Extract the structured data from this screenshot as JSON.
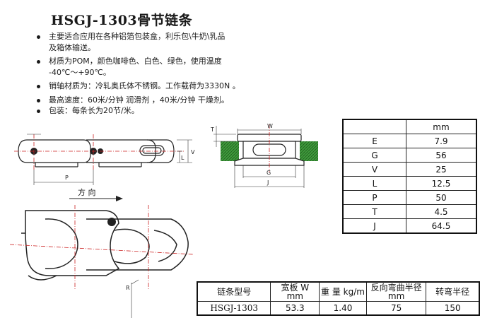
{
  "title": "HSGJ-1303骨节链条",
  "bullets": [
    {
      "lines": [
        "主要适合应用在各种铝箔包装盒，利乐包\\牛奶\\乳品",
        "及箱体输送。"
      ]
    },
    {
      "lines": [
        "材质为POM，颜色咖啡色、白色、绿色，使用温度",
        "-40℃～+90℃。"
      ]
    },
    {
      "lines": [
        "销轴材质为：冷轧奥氏体不锈钢。工作载荷为3330N 。"
      ]
    },
    {
      "lines": [
        "最高速度：60米/分钟 润滑剂 ，40米/分钟 干燥剂。"
      ]
    },
    {
      "lines": [
        "包装：每条长为20节/米。"
      ]
    }
  ],
  "side_view": {
    "dim_v": "V",
    "dim_l": "L",
    "dim_p": "P",
    "direction": "方   向"
  },
  "front_view": {
    "dim_t": "T",
    "dim_w": "W",
    "dim_g": "G",
    "dim_j": "J",
    "module_color": "#3f9a3c"
  },
  "top_view": {
    "dim_r": "R"
  },
  "spec_table": {
    "header": "mm",
    "rows": [
      {
        "k": "E",
        "v": "7.9"
      },
      {
        "k": "G",
        "v": "56"
      },
      {
        "k": "V",
        "v": "25"
      },
      {
        "k": "L",
        "v": "12.5"
      },
      {
        "k": "P",
        "v": "50"
      },
      {
        "k": "T",
        "v": "4.5"
      },
      {
        "k": "J",
        "v": "64.5"
      }
    ]
  },
  "model_table": {
    "h1": "链条型号",
    "h2a": "宽板 W",
    "h2b": "mm",
    "h3": "重 量 kg/m",
    "h4a": "反向弯曲半径",
    "h4b": "mm",
    "h5": "转弯半径",
    "model": "HSGJ-1303",
    "width": "53.3",
    "weight": "1.40",
    "back_radius": "75",
    "turn_radius": "150"
  }
}
